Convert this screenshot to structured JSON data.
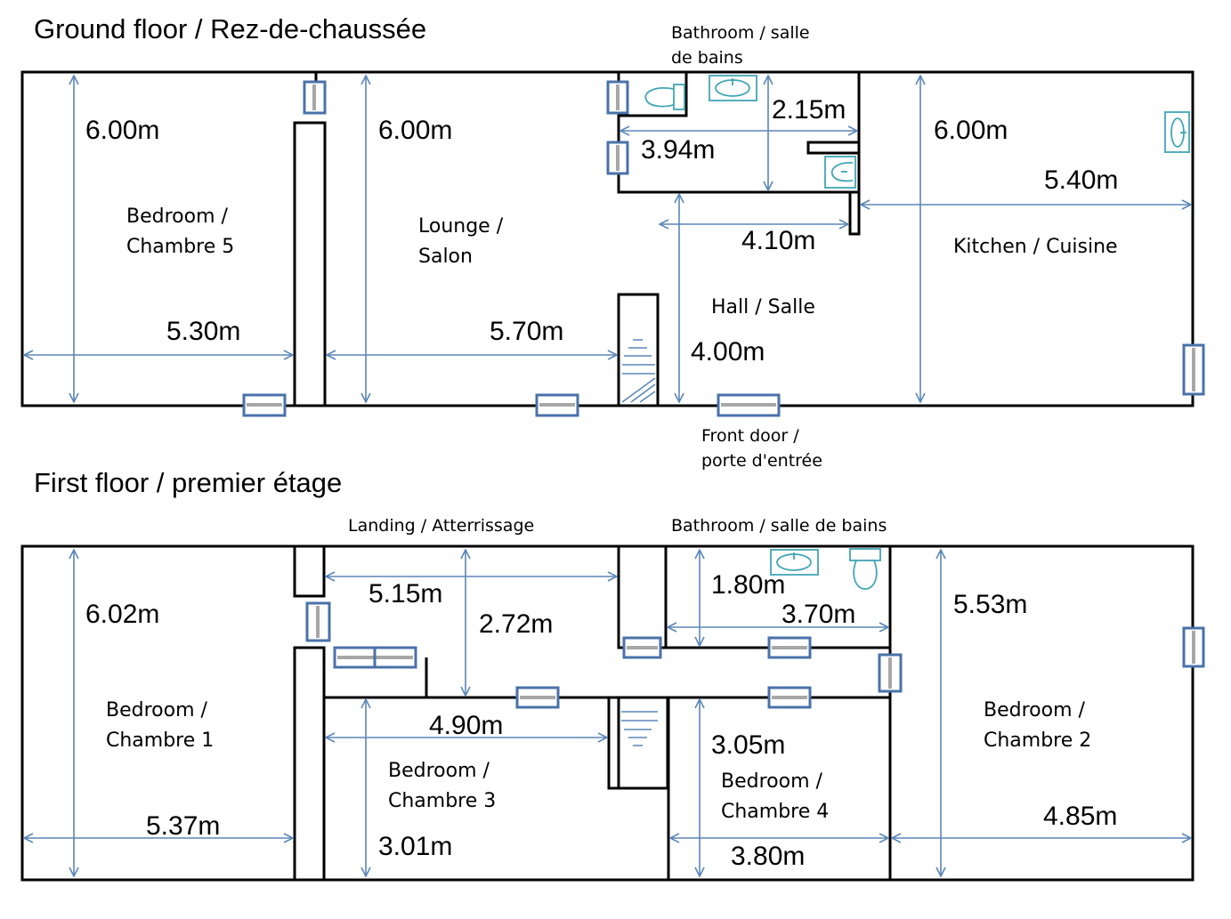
{
  "floors": {
    "ground": "Ground floor / Rez-de-chaussée",
    "first": "First floor / premier étage"
  },
  "labels": {
    "bath_g_1": "Bathroom / salle",
    "bath_g_2": "de bains",
    "front_door_1": "Front door /",
    "front_door_2": "porte d'entrée",
    "landing": "Landing / Atterrissage",
    "bath_f": "Bathroom / salle de bains"
  },
  "rooms": {
    "bed5_1": "Bedroom /",
    "bed5_2": "Chambre 5",
    "lounge_1": "Lounge /",
    "lounge_2": "Salon",
    "hall": "Hall / Salle",
    "kitchen": "Kitchen / Cuisine",
    "bed1_1": "Bedroom /",
    "bed1_2": "Chambre 1",
    "bed3_1": "Bedroom /",
    "bed3_2": "Chambre 3",
    "bed4_1": "Bedroom /",
    "bed4_2": "Chambre 4",
    "bed2_1": "Bedroom /",
    "bed2_2": "Chambre 2"
  },
  "dims": {
    "g_bed5_h": "6.00m",
    "g_bed5_w": "5.30m",
    "g_lounge_h": "6.00m",
    "g_lounge_w": "5.70m",
    "g_bath_h": "2.15m",
    "g_bath_w": "3.94m",
    "g_hall_w": "4.10m",
    "g_hall_h": "4.00m",
    "g_kitchen_h": "6.00m",
    "g_kitchen_w": "5.40m",
    "f_bed1_h": "6.02m",
    "f_bed1_w": "5.37m",
    "f_landing_w": "5.15m",
    "f_landing_h": "2.72m",
    "f_bath_h": "1.80m",
    "f_bath_w": "3.70m",
    "f_bed2_h": "5.53m",
    "f_bed2_w": "4.85m",
    "f_bed3_w": "4.90m",
    "f_bed3_h": "3.01m",
    "f_bed4_h": "3.05m",
    "f_bed4_w": "3.80m"
  },
  "colors": {
    "wall": "#000000",
    "dimension_line": "#5b86b7",
    "window_frame": "#4a72a8",
    "fixture": "#41a6b4"
  }
}
